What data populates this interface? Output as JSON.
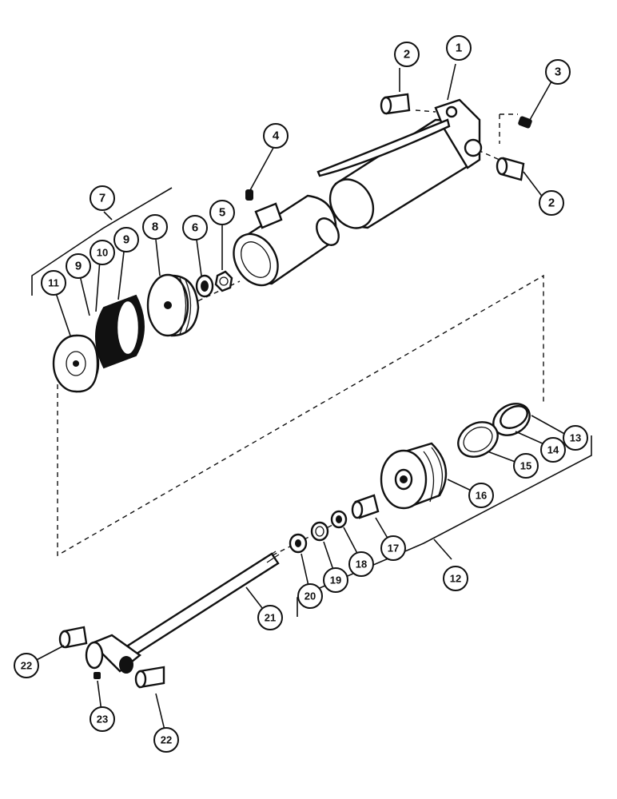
{
  "callouts": {
    "c1": "1",
    "c2a": "2",
    "c2b": "2",
    "c3": "3",
    "c4": "4",
    "c5": "5",
    "c6": "6",
    "c7": "7",
    "c8": "8",
    "c9a": "9",
    "c9b": "9",
    "c10": "10",
    "c11": "11",
    "c12": "12",
    "c13": "13",
    "c14": "14",
    "c15": "15",
    "c16": "16",
    "c17": "17",
    "c18": "18",
    "c19": "19",
    "c20": "20",
    "c21": "21",
    "c22a": "22",
    "c22b": "22",
    "c23": "23"
  }
}
